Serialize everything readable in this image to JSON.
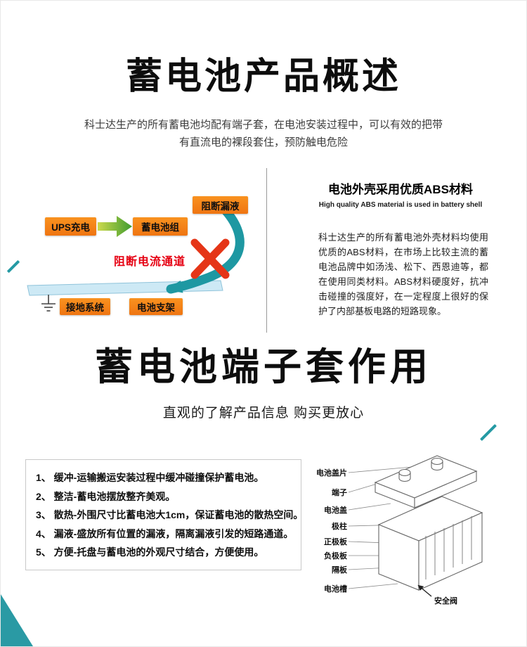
{
  "colors": {
    "teal": "#1e98a2",
    "orange": "#f5821f",
    "red": "#e60012"
  },
  "header": {
    "title": "蓄电池产品概述",
    "subtitle_line1": "科士达生产的所有蓄电池均配有端子套，在电池安装过程中，可以有效的把带",
    "subtitle_line2": "有直流电的裸段套住，预防触电危险"
  },
  "flow_diagram": {
    "box_block_leak": "阻断漏液",
    "box_ups": "UPS充电",
    "box_battery_pack": "蓄电池组",
    "box_ground_system": "接地系统",
    "box_battery_rack": "电池支架",
    "blocked_path_label": "阻断电流通道"
  },
  "abs_panel": {
    "title": "电池外壳采用优质ABS材料",
    "subtitle_en": "High quality ABS material is used in battery shell",
    "body": "科士达生产的所有蓄电池外壳材料均使用优质的ABS材料，在市场上比较主流的蓄电池品牌中如汤浅、松下、西恩迪等，都在使用同类材料。ABS材料硬度好，抗冲击碰撞的强度好，在一定程度上很好的保护了内部基板电路的短路现象。"
  },
  "section2": {
    "title": "蓄电池端子套作用",
    "subtitle": "直观的了解产品信息 购买更放心"
  },
  "features": {
    "items": [
      "1、 缓冲-运输搬运安装过程中缓冲碰撞保护蓄电池。",
      "2、 整洁-蓄电池摆放整齐美观。",
      "3、 散热-外围尺寸比蓄电池大1cm，保证蓄电池的散热空间。",
      "4、 漏液-盛放所有位置的漏液，隔离漏液引发的短路通道。",
      "5、 方便-托盘与蓄电池的外观尺寸结合，方便使用。"
    ]
  },
  "battery_diagram": {
    "labels": [
      "电池盖片",
      "端子",
      "电池盖",
      "极柱",
      "正极板",
      "负极板",
      "隔板",
      "电池槽"
    ],
    "valve_label": "安全阀"
  }
}
